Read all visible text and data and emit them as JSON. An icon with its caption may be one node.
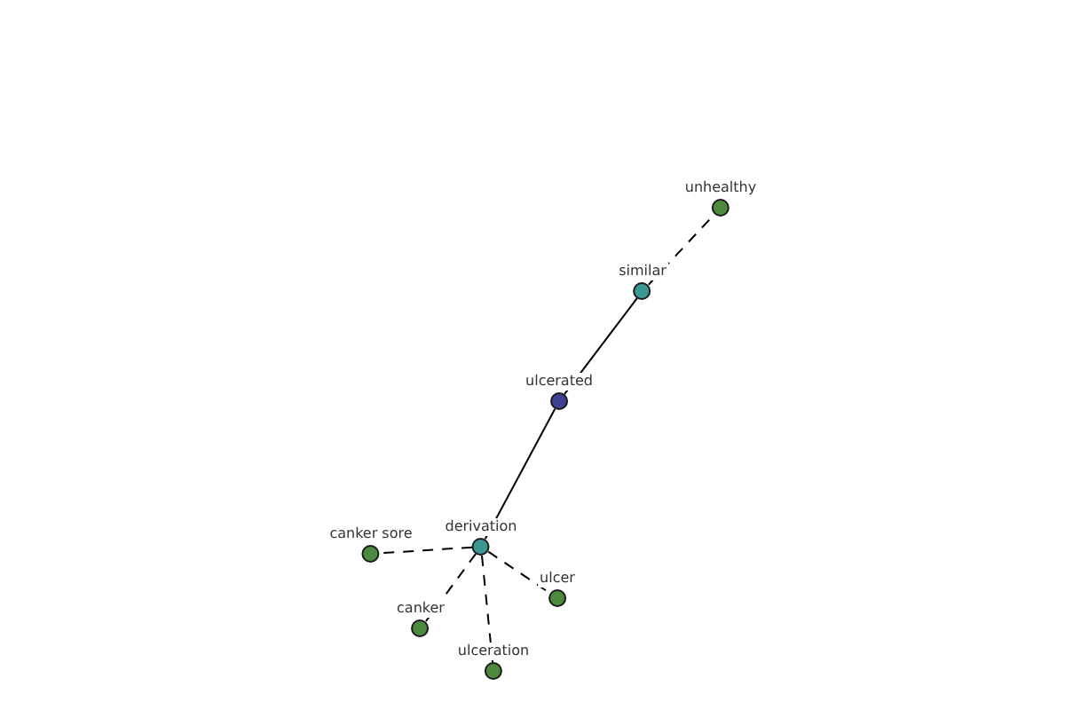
{
  "diagram": {
    "nodes": [
      {
        "text": [
          "unhealthy"
        ]
      },
      {
        "text": [
          "similar"
        ]
      },
      {
        "text": [
          "ulcerated"
        ]
      },
      {
        "text": [
          "canker sore"
        ]
      },
      {
        "text": [
          "derivation"
        ]
      },
      {
        "text": [
          "ulcer"
        ]
      },
      {
        "text": [
          "canker"
        ]
      },
      {
        "text": [
          "ulceration"
        ]
      }
    ],
    "edges": [
      {
        "from": 1,
        "to": 0,
        "arrow": "none",
        "style": "dashed"
      },
      {
        "from": 2,
        "to": 1,
        "arrow": "none"
      },
      {
        "from": 4,
        "to": 2,
        "arrow": "none"
      },
      {
        "from": 4,
        "to": 3,
        "arrow": "none",
        "style": "dashed"
      },
      {
        "from": 4,
        "to": 5,
        "arrow": "none",
        "style": "dashed"
      },
      {
        "from": 4,
        "to": 6,
        "arrow": "none",
        "style": "dashed"
      },
      {
        "from": 4,
        "to": 7,
        "arrow": "none",
        "style": "dashed"
      }
    ]
  }
}
